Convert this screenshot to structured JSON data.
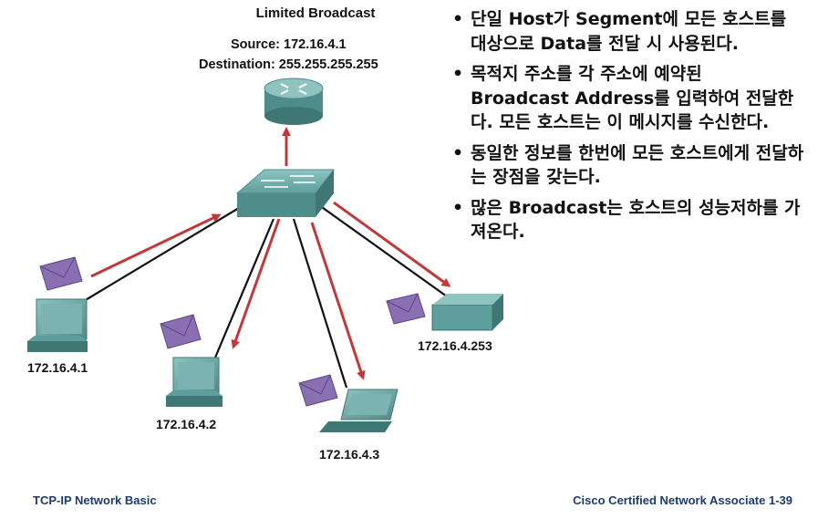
{
  "diagram": {
    "title": "Limited Broadcast",
    "source": "Source: 172.16.4.1",
    "destination": "Destination: 255.255.255.255",
    "hosts": [
      {
        "label": "172.16.4.1"
      },
      {
        "label": "172.16.4.2"
      },
      {
        "label": "172.16.4.3"
      },
      {
        "label": "172.16.4.253"
      }
    ],
    "colors": {
      "arrow": "#c0393b",
      "device": "#5e9e9c",
      "envelope": "#8a6fb3"
    }
  },
  "bullets": [
    "단일 Host가 Segment에 모든 호스트를 대상으로 Data를 전달 시 사용된다.",
    "목적지 주소를 각 주소에 예약된 Broadcast Address를 입력하여 전달한다. 모든 호스트는 이 메시지를 수신한다.",
    "동일한 정보를 한번에 모든 호스트에게 전달하는 장점을 갖는다.",
    "많은 Broadcast는 호스트의 성능저하를 가져온다."
  ],
  "bullet_glyph": "•",
  "footer": {
    "left": "TCP-IP Network Basic",
    "right": "Cisco Certified Network  Associate 1-39"
  }
}
